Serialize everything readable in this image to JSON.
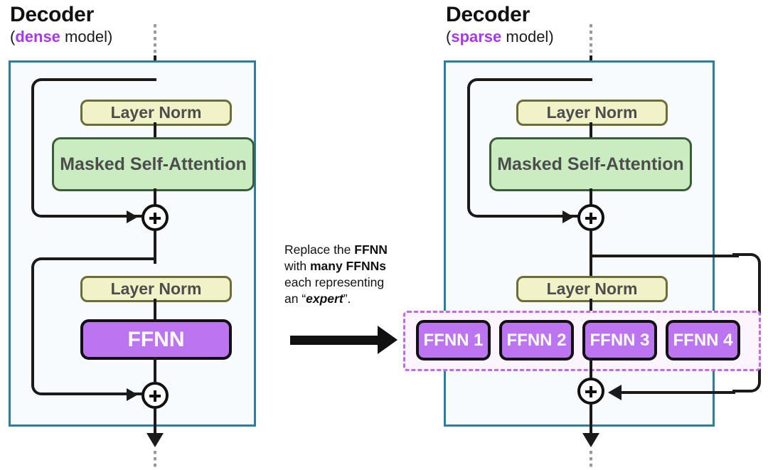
{
  "left_panel": {
    "title": "Decoder",
    "subtitle_prefix": "(",
    "subtitle_highlight": "dense",
    "subtitle_suffix": " model)",
    "layer_norm_1": "Layer Norm",
    "attention": "Masked Self-Attention",
    "layer_norm_2": "Layer Norm",
    "ffnn": "FFNN",
    "add_symbol_1": "+",
    "add_symbol_2": "+"
  },
  "right_panel": {
    "title": "Decoder",
    "subtitle_prefix": "(",
    "subtitle_highlight": "sparse",
    "subtitle_suffix": " model)",
    "layer_norm_1": "Layer Norm",
    "attention": "Masked Self-Attention",
    "layer_norm_2": "Layer Norm",
    "add_symbol_1": "+",
    "add_symbol_2": "+",
    "experts": [
      {
        "label": "FFNN 1"
      },
      {
        "label": "FFNN 2"
      },
      {
        "label": "FFNN 3"
      },
      {
        "label": "FFNN 4"
      }
    ]
  },
  "annotation": {
    "line1_plain": "Replace the ",
    "line1_bold": "FFNN",
    "line2_plain": "with ",
    "line2_bold": "many FFNNs",
    "line3_plain": "each representing",
    "line4_prefix": "an “",
    "line4_italic": "expert",
    "line4_suffix": "”."
  },
  "colors": {
    "panel_border": "#2a7ea4",
    "panel_fill": "#f7fbfd",
    "layer_norm_fill": "#f2f2c8",
    "layer_norm_border": "#6d6d36",
    "attention_fill": "#c9ecc0",
    "attention_border": "#3b5c37",
    "ffnn_fill": "#bd74f0",
    "ffnn_border": "#111111",
    "experts_dashed_border": "#c06ae8",
    "experts_fill": "#fcf4fe",
    "highlight_text": "#a737f0",
    "wire": "#1a1a1a",
    "dotted_wire": "#9a9a9a"
  }
}
